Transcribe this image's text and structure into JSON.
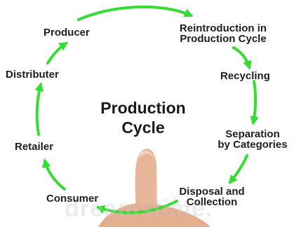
{
  "title": {
    "line1": "Production",
    "line2": "Cycle"
  },
  "stages": {
    "producer": "Producer",
    "reintroduction": {
      "line1": "Reintroduction in",
      "line2": "Production Cycle"
    },
    "recycling": "Recycling",
    "separation": {
      "line1": "Separation",
      "line2": "by Categories"
    },
    "disposal": {
      "line1": "Disposal and",
      "line2": "Collection"
    },
    "consumer": "Consumer",
    "retailer": "Retailer",
    "distributer": "Distributer"
  },
  "watermark": "dreamstime.",
  "colors": {
    "arrow": "#33dd33",
    "text": "#1e1e1e"
  }
}
